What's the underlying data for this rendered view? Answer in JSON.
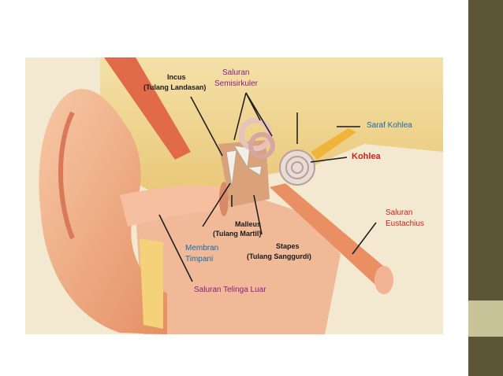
{
  "slide": {
    "colors": {
      "sidebar": "#5c5637",
      "accent": "#c9c39a",
      "label_purple": "#8b1e84",
      "label_blue": "#1a6aa8",
      "label_red": "#c8231e"
    }
  },
  "labels": {
    "incus": "Incus",
    "incus_sub": "(Tulang Landasan)",
    "saluran_semisirkuler_1": "Saluran",
    "saluran_semisirkuler_2": "Semisirkuler",
    "saraf_kohlea": "Saraf Kohlea",
    "kohlea": "Kohlea",
    "saluran_eustachius_1": "Saluran",
    "saluran_eustachius_2": "Eustachius",
    "malleus": "Malleus",
    "malleus_sub": "(Tulang Martil)",
    "stapes": "Stapes",
    "stapes_sub": "(Tulang Sanggurdi)",
    "membran_1": "Membran",
    "membran_2": "Timpani",
    "saluran_telinga_luar": "Saluran Telinga Luar"
  }
}
